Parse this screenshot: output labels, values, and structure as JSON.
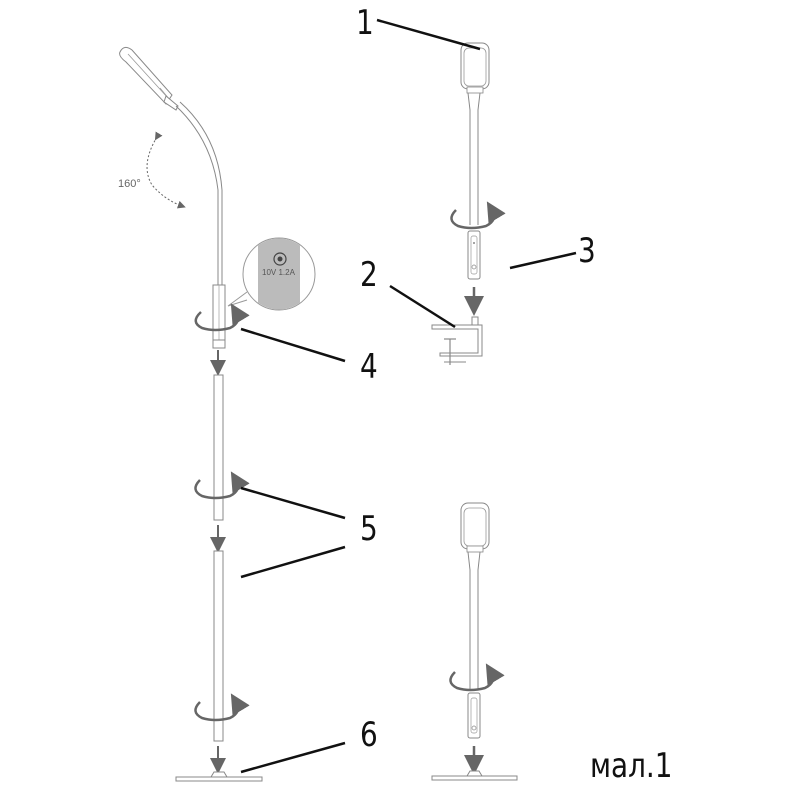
{
  "diagram": {
    "type": "assembly-instructions",
    "caption": "мал.1",
    "rotation_angle_label": "160°",
    "power_spec_label": "10V 1.2A",
    "callouts": [
      {
        "id": "1",
        "label": "1",
        "part": "lamp-head"
      },
      {
        "id": "2",
        "label": "2",
        "part": "table-clamp"
      },
      {
        "id": "3",
        "label": "3",
        "part": "control-unit"
      },
      {
        "id": "4",
        "label": "4",
        "part": "power-connector-joint"
      },
      {
        "id": "5",
        "label": "5",
        "part": "extension-tubes"
      },
      {
        "id": "6",
        "label": "6",
        "part": "floor-base"
      }
    ],
    "variants": [
      {
        "name": "floor-lamp-assembly",
        "position": "left"
      },
      {
        "name": "clamp-lamp-assembly",
        "position": "top-right"
      },
      {
        "name": "desk-lamp-assembly",
        "position": "bottom-right"
      }
    ],
    "colors": {
      "line": "#777777",
      "arrow": "#666666",
      "leader": "#111111",
      "inset_fill": "#bbbbbb"
    }
  }
}
